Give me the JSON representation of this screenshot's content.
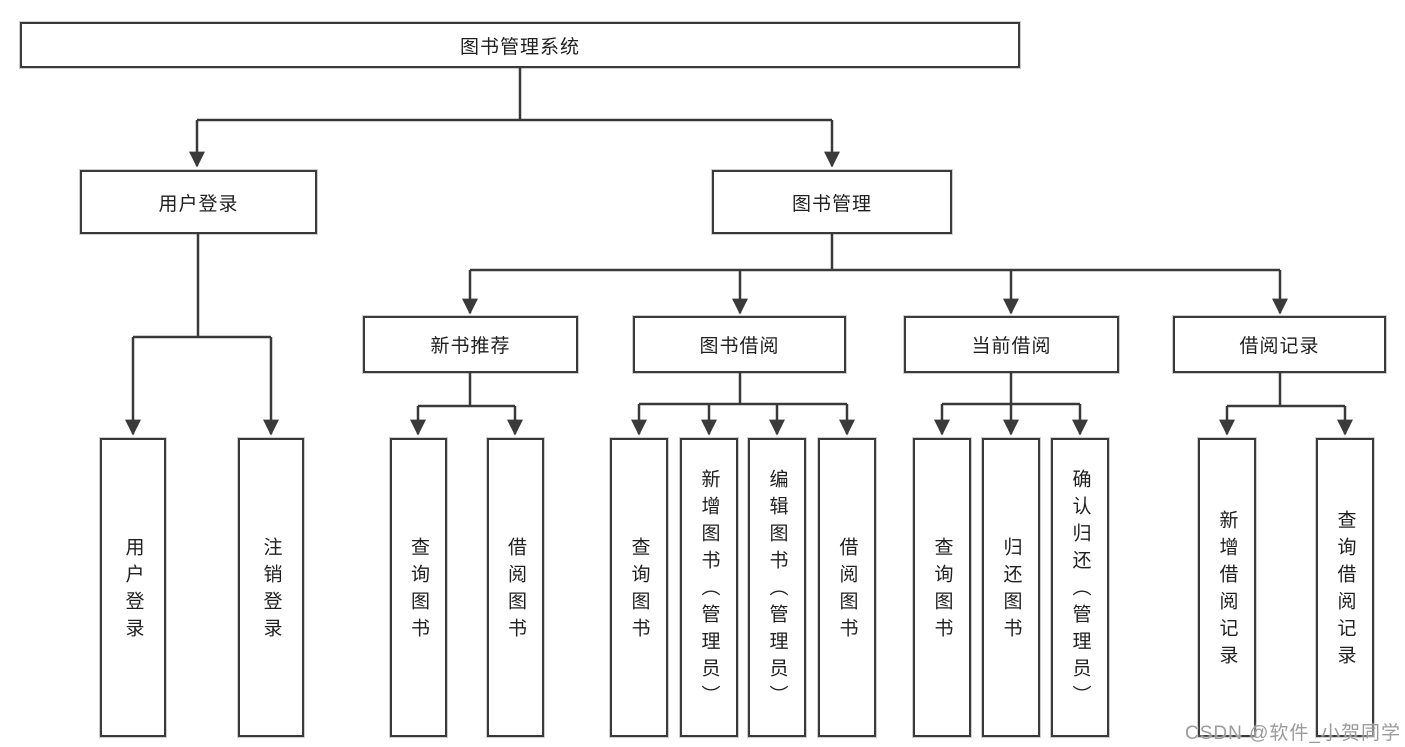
{
  "tree": {
    "root": {
      "label": "图书管理系统"
    },
    "children": [
      {
        "label": "用户登录",
        "children": [
          {
            "label": "用户登录"
          },
          {
            "label": "注销登录"
          }
        ]
      },
      {
        "label": "图书管理",
        "children": [
          {
            "label": "新书推荐",
            "children": [
              {
                "label": "查询图书"
              },
              {
                "label": "借阅图书"
              }
            ]
          },
          {
            "label": "图书借阅",
            "children": [
              {
                "label": "查询图书"
              },
              {
                "label": "新增图书（管理员）"
              },
              {
                "label": "编辑图书（管理员）"
              },
              {
                "label": "借阅图书"
              }
            ]
          },
          {
            "label": "当前借阅",
            "children": [
              {
                "label": "查询图书"
              },
              {
                "label": "归还图书"
              },
              {
                "label": "确认归还（管理员）"
              }
            ]
          },
          {
            "label": "借阅记录",
            "children": [
              {
                "label": "新增借阅记录"
              },
              {
                "label": "查询借阅记录"
              }
            ]
          }
        ]
      }
    ]
  },
  "watermark": "CSDN @软件_小贺同学",
  "colors": {
    "line": "#3a3a3a",
    "text": "#1f1f1f",
    "watermark": "#9b9b9b"
  }
}
